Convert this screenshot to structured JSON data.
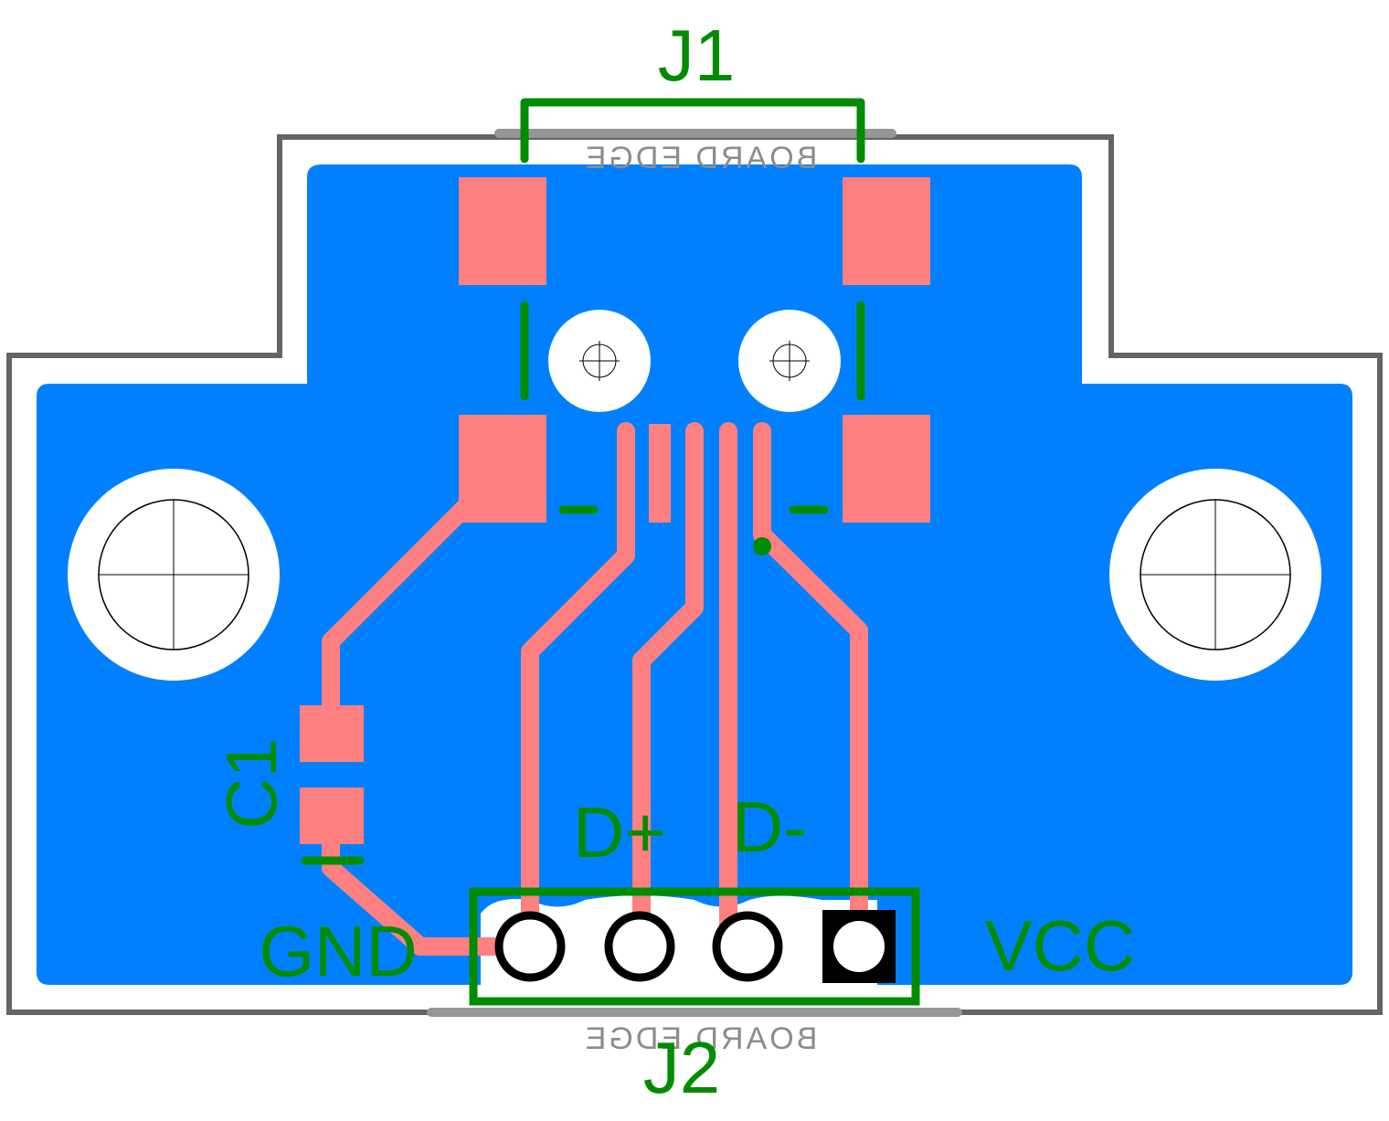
{
  "labels": {
    "j1": "J1",
    "j2": "J2",
    "c1": "C1",
    "gnd": "GND",
    "vcc": "VCC",
    "dplus": "D+",
    "dminus": "D-",
    "board_edge_top": "BOARD EDGE",
    "board_edge_bottom": "BOARD EDGE"
  },
  "colors": {
    "copper_pour": "#0080ff",
    "copper_trace": "#ff8080",
    "silkscreen": "#008c00",
    "outline": "#646464",
    "board_edge_line": "#969696",
    "board_edge_text": "#8c8c8c",
    "hole": "#ffffff",
    "pin_ring": "#000000"
  }
}
